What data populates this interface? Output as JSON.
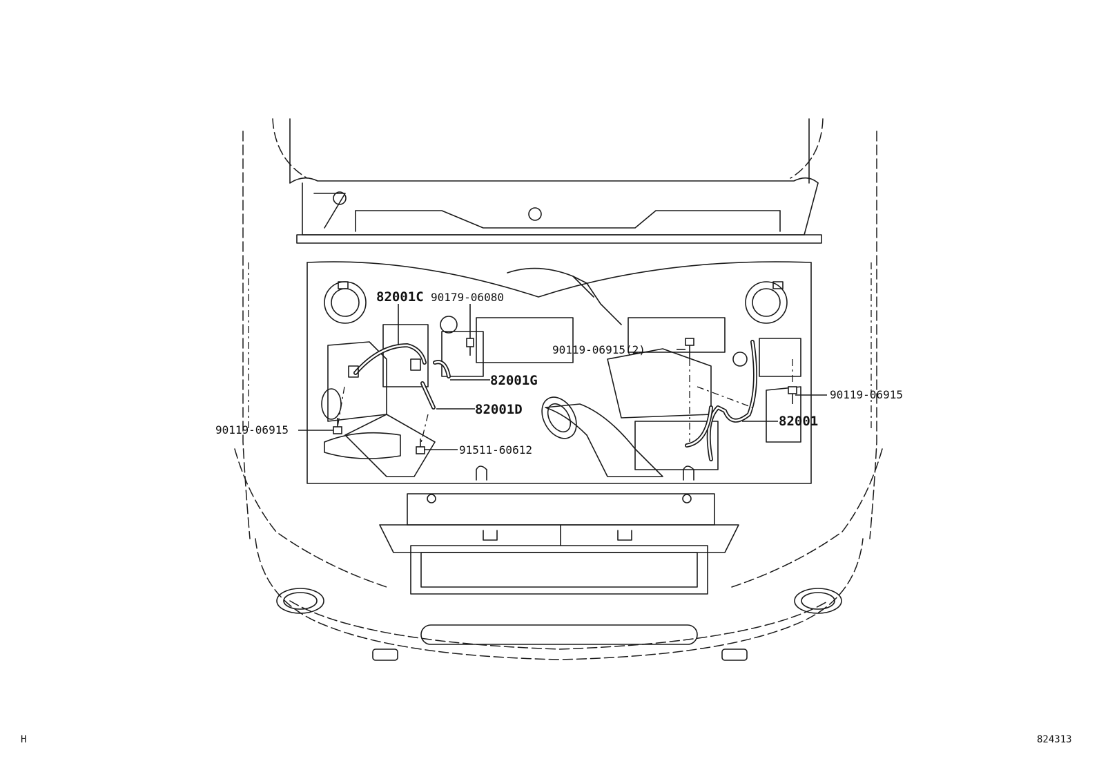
{
  "callouts": {
    "harness_82001c": "82001C",
    "bolt_90179_06080": "90179-06080",
    "harness_82001g": "82001G",
    "bolt_90119_06915_2": "90119-06915(2)",
    "bolt_90119_06915_right": "90119-06915",
    "harness_82001d": "82001D",
    "harness_82001": "82001",
    "bolt_90119_06915_left": "90119-06915",
    "bolt_91511_60612": "91511-60612"
  },
  "footer": {
    "left_code": "H",
    "right_code": "824313"
  }
}
